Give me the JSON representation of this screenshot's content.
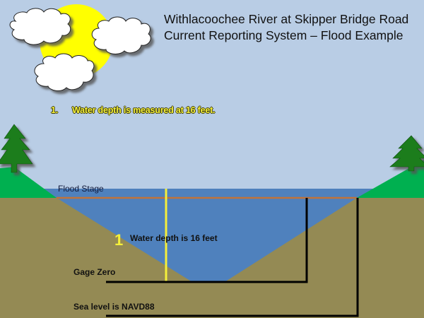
{
  "title": {
    "line1": "Withlacoochee River at Skipper Bridge Road",
    "line2": "Current Reporting System – Flood Example"
  },
  "step": {
    "number": "1.",
    "text": "Water depth is measured at 16 feet."
  },
  "labels": {
    "flood_stage": "Flood Stage",
    "marker_number": "1",
    "water_depth": "Water depth is 16 feet",
    "gage_zero": "Gage Zero",
    "sea_level": "Sea level is NAVD88"
  },
  "colors": {
    "sky": "#b9cde5",
    "water": "#4f81bd",
    "ground": "#948a54",
    "grass": "#00b050",
    "tree": "#1e7d1e",
    "sun": "#ffff00",
    "flood_stage_line": "#c0733a",
    "depth_gauge": "#f5f03a",
    "reference_lines": "#000000"
  },
  "measurements": {
    "water_depth_feet": 16,
    "datum": "NAVD88"
  }
}
